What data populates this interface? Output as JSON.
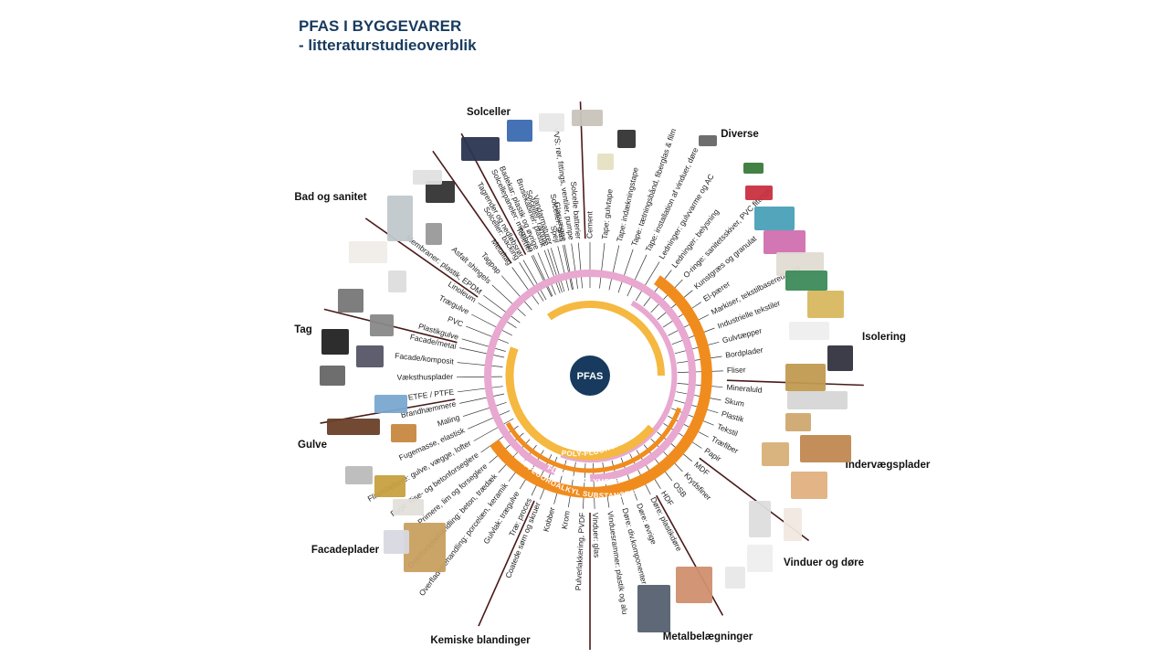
{
  "title": {
    "line1": "PFAS I BYGGEVARER",
    "line2": "- litteraturstudieoverblik"
  },
  "center_label": "PFAS",
  "bands": [
    {
      "name": "FLUOROPOLYMERS",
      "color": "#e8a8d0"
    },
    {
      "name": "POLY-FLUOROALKYL SUBSTANCES",
      "color": "#f5b840"
    },
    {
      "name": "PER-FLUOROALKYL SUBSTANCES",
      "color": "#f08c1e"
    }
  ],
  "colors": {
    "ring_pink": "#e8a8d0",
    "ring_gold": "#f5b840",
    "ring_orange": "#f08c1e",
    "divider": "#4a1a1a",
    "center": "#173a5e"
  },
  "categories": [
    {
      "name": "Solceller",
      "items": [
        "Solceller: backing",
        "Solcellepaneler: membran",
        "Solceller: ramme",
        "Solceller: glas",
        "Solcelle batterier"
      ]
    },
    {
      "name": "Diverse",
      "items": [
        "Cement",
        "Tape: gulvtape",
        "Tape: indækningstape",
        "Tape: tætningsbånd, fiberglas & film",
        "Tape: installation af vinduer, døre",
        "Ledninger: gulvvarme og AC",
        "Ledninger: belysning",
        "O-ringe: sanitetsskiver, PVC fittings",
        "Kunstgræs og granulat",
        "El-pærer",
        "Markiser, tekstilbaserede tag",
        "Industrielle tekstiler",
        "Gulvtæpper",
        "Bordplader",
        "Fliser"
      ]
    },
    {
      "name": "Isolering",
      "items": [
        "Mineraluld",
        "Skum",
        "Plastik",
        "Tekstil",
        "Træfiber",
        "Papir"
      ]
    },
    {
      "name": "Indervægsplader",
      "items": [
        "MDF",
        "Krydsfiner",
        "OSB",
        "HDF"
      ]
    },
    {
      "name": "Vinduer og døre",
      "items": [
        "Døre: plastikdøre",
        "Døre: øvrige",
        "Døre: div.komponenter",
        "Vinduesrammer: plastik og alu",
        "Vinduer: glas"
      ]
    },
    {
      "name": "Metalbelægninger",
      "items": [
        "Pulverlakkering, PVDF",
        "Krom",
        "Kobber",
        "Coatede søm og skruer"
      ]
    },
    {
      "name": "Kemiske blandinger",
      "items": [
        "Træ: proces",
        "Gulvlak: trægulve",
        "Overfladebehandling: porcelæn, keramik",
        "Overfladebehandling: beton, trædæk",
        "Primere, lim og forseglere",
        "Fuge: flise- og betonforseglere",
        "Fliseklæbere: gulve, vægge, lofter",
        "Fugemasse, elastisk",
        "Maling",
        "Brandhæmmere"
      ]
    },
    {
      "name": "Facadeplader",
      "items": [
        "ETFE / PTFE",
        "Væksthusplader",
        "Facade/komposit",
        "Facade/metal"
      ]
    },
    {
      "name": "Gulve",
      "items": [
        "Plastikgulve",
        "PVC",
        "Trægulve",
        "Linoleum"
      ]
    },
    {
      "name": "Tag",
      "items": [
        "Membraner: plastik, EPDM",
        "Asfalt shingels",
        "Tagpap",
        "Metaltag",
        "Tagrender og nedløbsrør"
      ]
    },
    {
      "name": "Bad og sanitet",
      "items": [
        "Toiletter",
        "Badekar: plastik og øvrige",
        "Brusekabiner: plastik",
        "Vandarmaturer",
        "Spejl",
        "Glasvægge",
        "VVS: rør, fittings, ventiler, pumpe"
      ]
    }
  ]
}
